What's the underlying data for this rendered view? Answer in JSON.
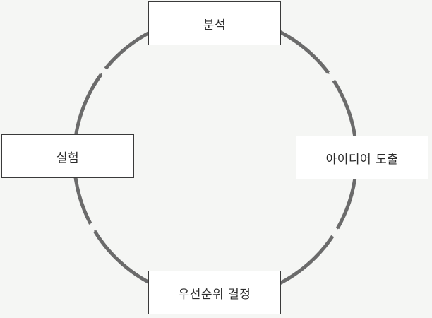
{
  "diagram": {
    "nodes": {
      "top": "분석",
      "right": "아이디어 도출",
      "bottom": "우선순위 결정",
      "left": "실험"
    },
    "direction": "clockwise"
  },
  "colors": {
    "background": "#f5f6f4",
    "line": "#6b6b6b",
    "box_border": "#3a3a3a",
    "box_fill": "#ffffff",
    "text": "#2b2b2b"
  }
}
